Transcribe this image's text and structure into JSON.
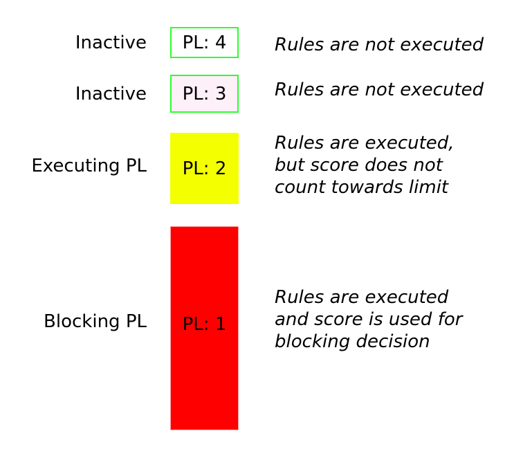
{
  "rows": [
    {
      "label": "Inactive",
      "box_text": "PL: 4",
      "description_lines": [
        "Rules are not executed"
      ]
    },
    {
      "label": "Inactive",
      "box_text": "PL: 3",
      "description_lines": [
        "Rules are not executed"
      ]
    },
    {
      "label": "Executing PL",
      "box_text": "PL: 2",
      "description_lines": [
        "Rules are executed,",
        "but score does not",
        "count towards limit"
      ]
    },
    {
      "label": "Blocking PL",
      "box_text": "PL: 1",
      "description_lines": [
        "Rules are executed",
        "and score is used for",
        "blocking decision"
      ]
    }
  ],
  "colors": {
    "background": "#ffffff",
    "text": "#000000",
    "outline_green": "#2bff2b",
    "pl4_fill": "#ffffff",
    "pl3_fill": "#fdf0f8",
    "pl2_fill": "#f4ff00",
    "pl1_fill": "#fe0000",
    "pl1_edge": "#ff9c9c"
  }
}
